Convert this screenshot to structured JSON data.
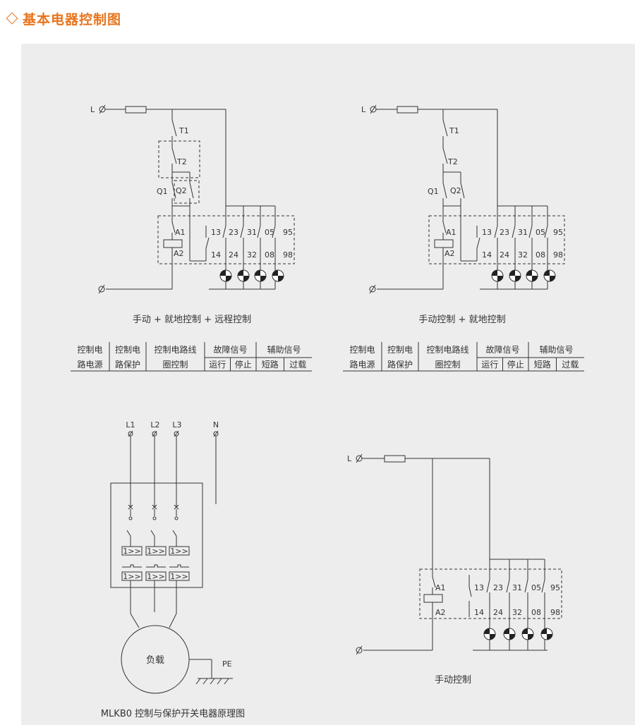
{
  "header": {
    "title": "基本电器控制图"
  },
  "diagram1": {
    "caption": "手动 + 就地控制 + 远程控制",
    "line_label": "L",
    "t1": "T1",
    "t2": "T2",
    "q1": "Q1",
    "q2": "Q2",
    "a1": "A1",
    "a2": "A2",
    "top_terminals": [
      "13",
      "23",
      "31",
      "05",
      "95"
    ],
    "bottom_terminals": [
      "14",
      "24",
      "32",
      "08",
      "98"
    ]
  },
  "diagram2": {
    "caption": "手动控制 + 就地控制",
    "line_label": "L",
    "t1": "T1",
    "t2": "T2",
    "q1": "Q1",
    "q2": "Q2",
    "a1": "A1",
    "a2": "A2",
    "top_terminals": [
      "13",
      "23",
      "31",
      "05",
      "95"
    ],
    "bottom_terminals": [
      "14",
      "24",
      "32",
      "08",
      "98"
    ]
  },
  "diagram3": {
    "caption": "MLKB0 控制与保护开关电器原理图",
    "phases": [
      "L1",
      "L2",
      "L3",
      "N"
    ],
    "relay_label": "1>>",
    "load_label": "负载",
    "pe_label": "PE"
  },
  "diagram4": {
    "caption": "手动控制",
    "line_label": "L",
    "a1": "A1",
    "a2": "A2",
    "top_terminals": [
      "13",
      "23",
      "31",
      "05",
      "95"
    ],
    "bottom_terminals": [
      "14",
      "24",
      "32",
      "08",
      "98"
    ]
  },
  "table": {
    "h1": [
      "控制电",
      "控制电",
      "控制电路线",
      "故障信号",
      "辅助信号"
    ],
    "h2": [
      "路电源",
      "路保护",
      "圈控制",
      "运行",
      "停止",
      "短路",
      "过载"
    ]
  }
}
